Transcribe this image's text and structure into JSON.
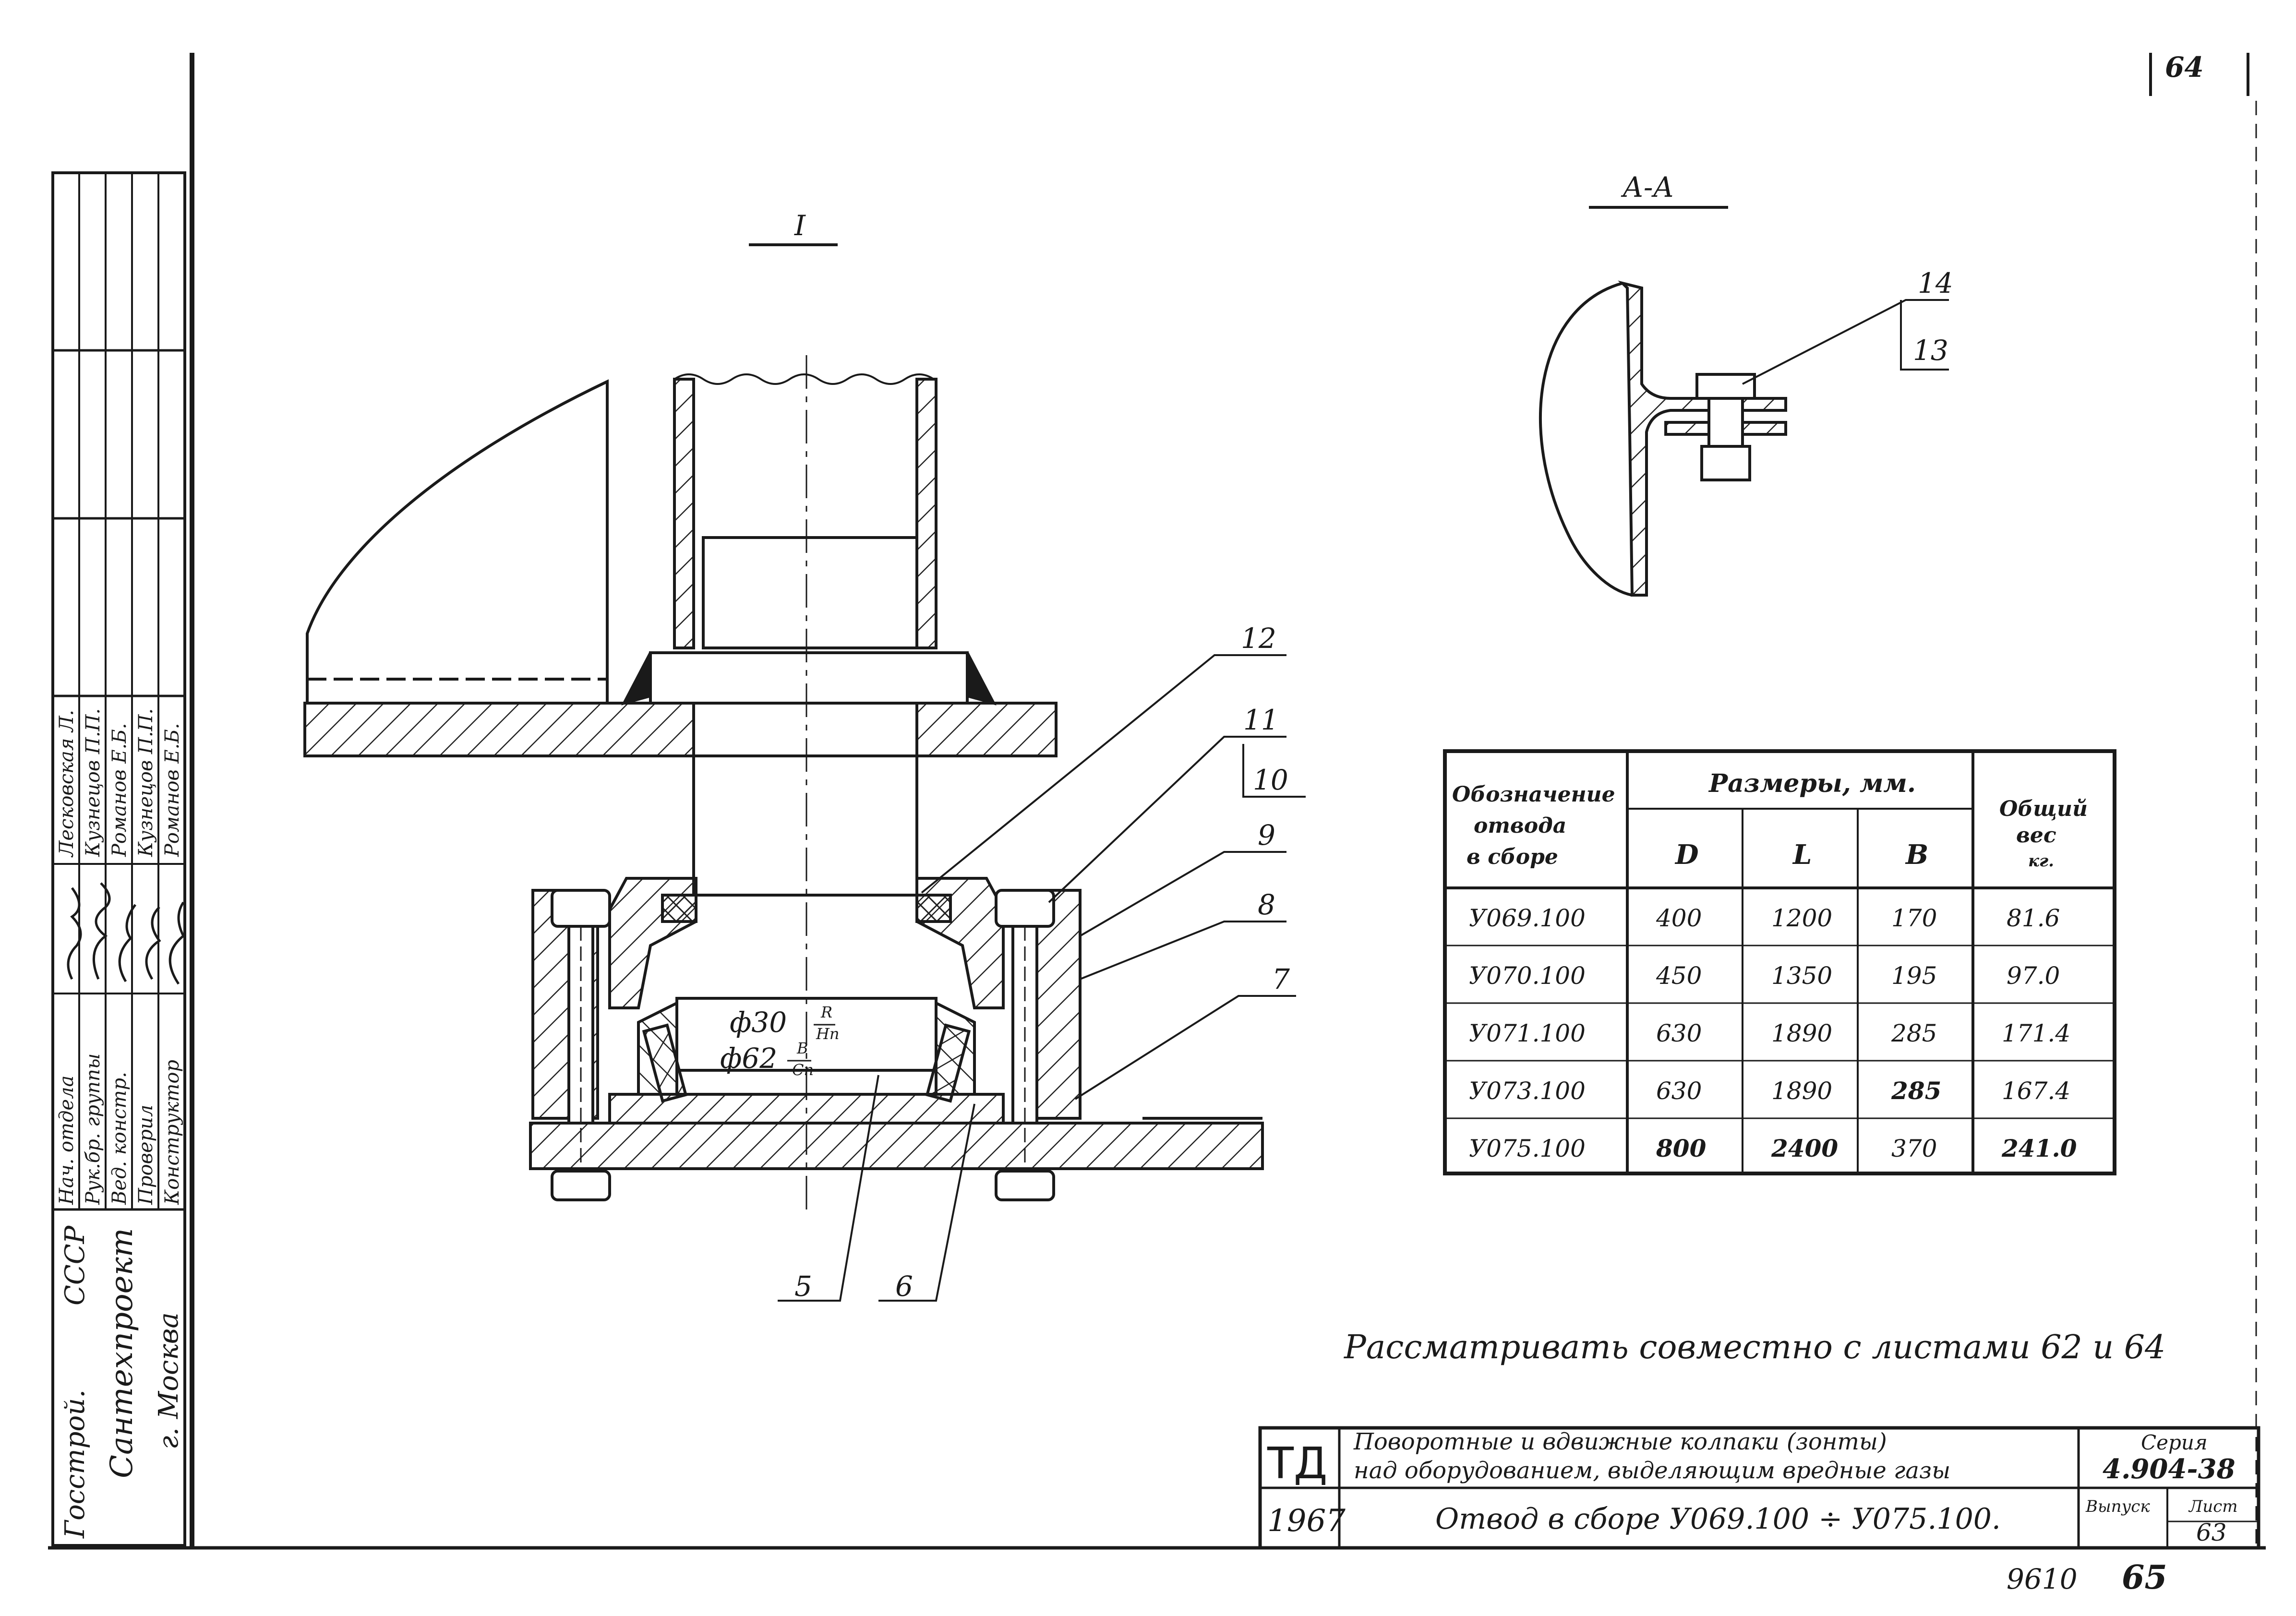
{
  "sheet_number_top": "64",
  "view_labels": {
    "detail": "I",
    "section": "А-А"
  },
  "callouts": [
    "12",
    "11",
    "10",
    "9",
    "8",
    "7",
    "5",
    "6",
    "14",
    "13"
  ],
  "dimensions": {
    "upper_fit": "ф30",
    "upper_fit_tol_top": "R",
    "upper_fit_tol_bottom": "Нп",
    "lower_fit": "ф62",
    "lower_fit_tol_top": "В",
    "lower_fit_tol_bottom": "Сп"
  },
  "table": {
    "header_designation": "Обозначение отвода в сборе",
    "header_designation_lines": [
      "Обозначение",
      "отвода",
      "в сборе"
    ],
    "header_dimensions": "Размеры, мм.",
    "header_weight_lines": [
      "Общий",
      "вес",
      "кг."
    ],
    "col_D": "D",
    "col_L": "L",
    "col_B": "B",
    "rows": [
      {
        "designation": "У069.100",
        "D": "400",
        "L": "1200",
        "B": "170",
        "weight": "81.6"
      },
      {
        "designation": "У070.100",
        "D": "450",
        "L": "1350",
        "B": "195",
        "weight": "97.0"
      },
      {
        "designation": "У071.100",
        "D": "630",
        "L": "1890",
        "B": "285",
        "weight": "171.4"
      },
      {
        "designation": "У073.100",
        "D": "630",
        "L": "1890",
        "B": "285",
        "weight": "167.4"
      },
      {
        "designation": "У075.100",
        "D": "800",
        "L": "2400",
        "B": "370",
        "weight": "241.0"
      }
    ]
  },
  "note": "Рассматривать совместно с листами 62 и 64",
  "left_stamp": {
    "org_lines": [
      "Госстрой.",
      "СССР",
      "Сантехпроект",
      "г. Москва"
    ],
    "roles": [
      "Нач. отдела",
      "Рук.бр. группы",
      "Вед. констр.",
      "Проверил",
      "Конструктор"
    ],
    "names": [
      "Лесковская Л.",
      "Кузнецов П.П.",
      "Романов Е.Б.",
      "Кузнецов П.П.",
      "Романов Е.Б."
    ]
  },
  "title_block": {
    "mark": "ТД",
    "year": "1967",
    "title_line1": "Поворотные и вдвижные колпаки (зонты)",
    "title_line2": "над оборудованием, выделяющим вредные газы",
    "drawing_title": "Отвод в сборе У069.100 ÷ У075.100.",
    "series_label": "Серия",
    "series_value": "4.904-38",
    "issue_label": "Выпуск",
    "sheet_label": "Лист",
    "sheet_value": "63"
  },
  "bottom_numbers": {
    "left": "9610",
    "right": "65"
  }
}
